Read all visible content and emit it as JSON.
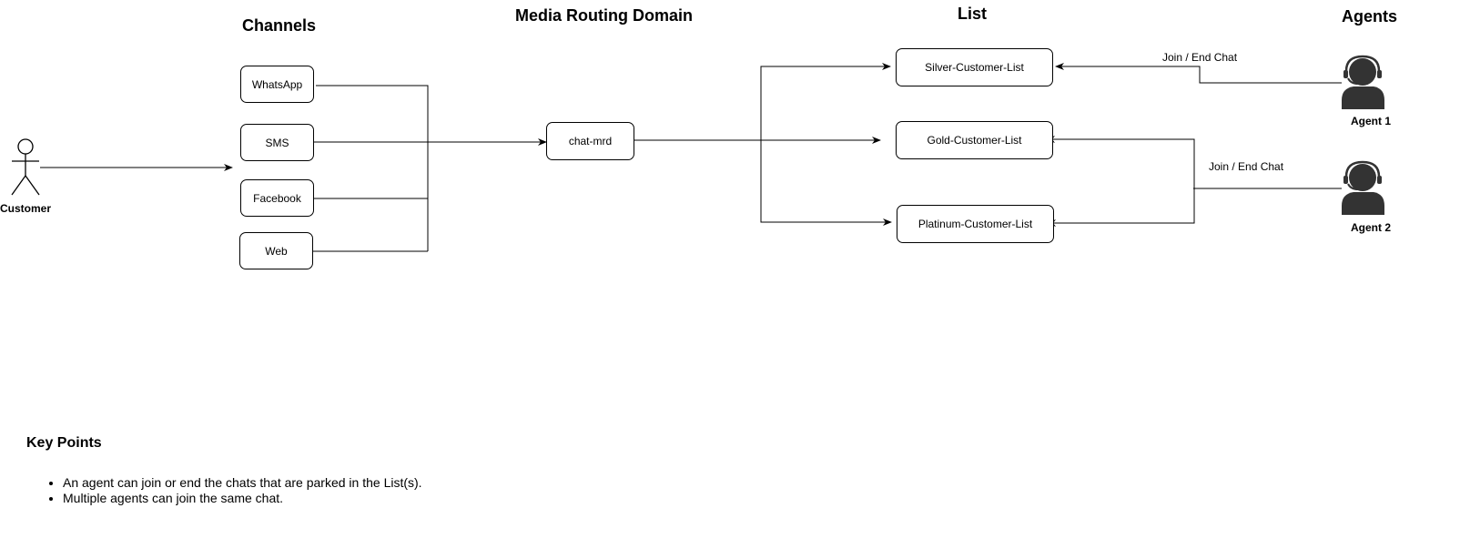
{
  "headings": {
    "channels": "Channels",
    "media_routing_domain": "Media Routing Domain",
    "list": "List",
    "agents": "Agents"
  },
  "customer": {
    "label": "Customer"
  },
  "channels": [
    {
      "label": "WhatsApp"
    },
    {
      "label": "SMS"
    },
    {
      "label": "Facebook"
    },
    {
      "label": "Web"
    }
  ],
  "mrd": {
    "label": "chat-mrd"
  },
  "lists": [
    {
      "label": "Silver-Customer-List"
    },
    {
      "label": "Gold-Customer-List"
    },
    {
      "label": "Platinum-Customer-List"
    }
  ],
  "agents": [
    {
      "label": "Agent 1"
    },
    {
      "label": "Agent 2"
    }
  ],
  "edge_labels": {
    "agent1": "Join / End Chat",
    "agent2": "Join / End Chat"
  },
  "key_points": {
    "title": "Key Points",
    "items": [
      "An agent can join or end the chats that are parked in the List(s).",
      "Multiple agents can join the same chat."
    ]
  }
}
